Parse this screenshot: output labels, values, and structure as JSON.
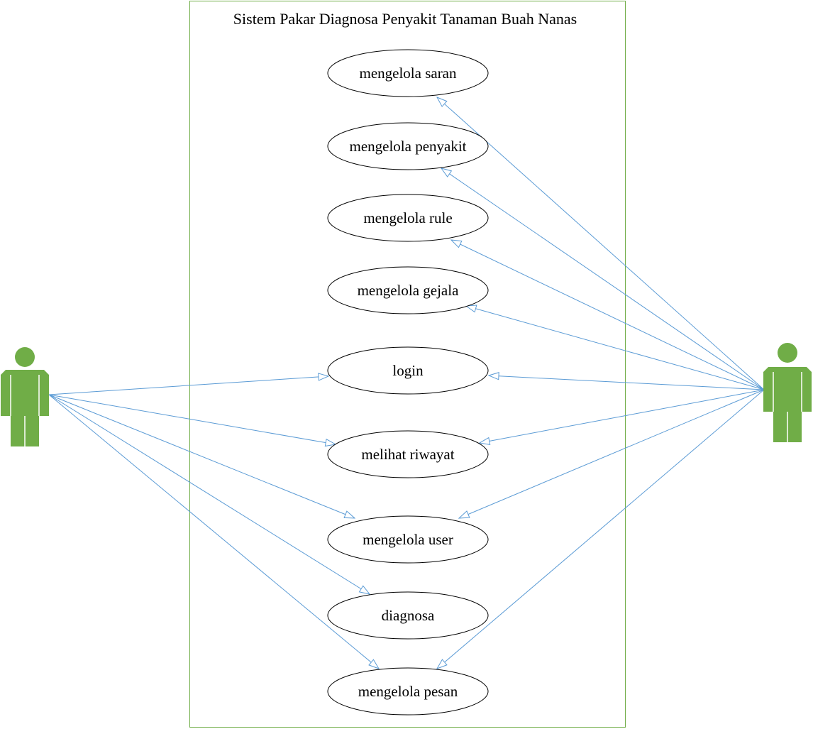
{
  "diagram": {
    "title": "Sistem Pakar Diagnosa Penyakit Tanaman Buah Nanas",
    "colors": {
      "boundary": "#70ad47",
      "actor": "#70ad47",
      "association": "#5b9bd5",
      "ellipse_stroke": "#000000"
    },
    "actors": [
      {
        "id": "actor-left",
        "label": ""
      },
      {
        "id": "actor-right",
        "label": ""
      }
    ],
    "use_cases": [
      {
        "id": "uc-mengelola-saran",
        "label": "mengelola saran"
      },
      {
        "id": "uc-mengelola-penyakit",
        "label": "mengelola penyakit"
      },
      {
        "id": "uc-mengelola-rule",
        "label": "mengelola rule"
      },
      {
        "id": "uc-mengelola-gejala",
        "label": "mengelola gejala"
      },
      {
        "id": "uc-login",
        "label": "login"
      },
      {
        "id": "uc-melihat-riwayat",
        "label": "melihat riwayat"
      },
      {
        "id": "uc-mengelola-user",
        "label": "mengelola user"
      },
      {
        "id": "uc-diagnosa",
        "label": "diagnosa"
      },
      {
        "id": "uc-mengelola-pesan",
        "label": "mengelola pesan"
      }
    ],
    "associations": [
      {
        "from": "actor-left",
        "to": "uc-login"
      },
      {
        "from": "actor-left",
        "to": "uc-melihat-riwayat"
      },
      {
        "from": "actor-left",
        "to": "uc-mengelola-user"
      },
      {
        "from": "actor-left",
        "to": "uc-diagnosa"
      },
      {
        "from": "actor-left",
        "to": "uc-mengelola-pesan"
      },
      {
        "from": "actor-right",
        "to": "uc-mengelola-saran"
      },
      {
        "from": "actor-right",
        "to": "uc-mengelola-penyakit"
      },
      {
        "from": "actor-right",
        "to": "uc-mengelola-rule"
      },
      {
        "from": "actor-right",
        "to": "uc-mengelola-gejala"
      },
      {
        "from": "actor-right",
        "to": "uc-login"
      },
      {
        "from": "actor-right",
        "to": "uc-melihat-riwayat"
      },
      {
        "from": "actor-right",
        "to": "uc-mengelola-user"
      },
      {
        "from": "actor-right",
        "to": "uc-mengelola-pesan"
      }
    ]
  }
}
